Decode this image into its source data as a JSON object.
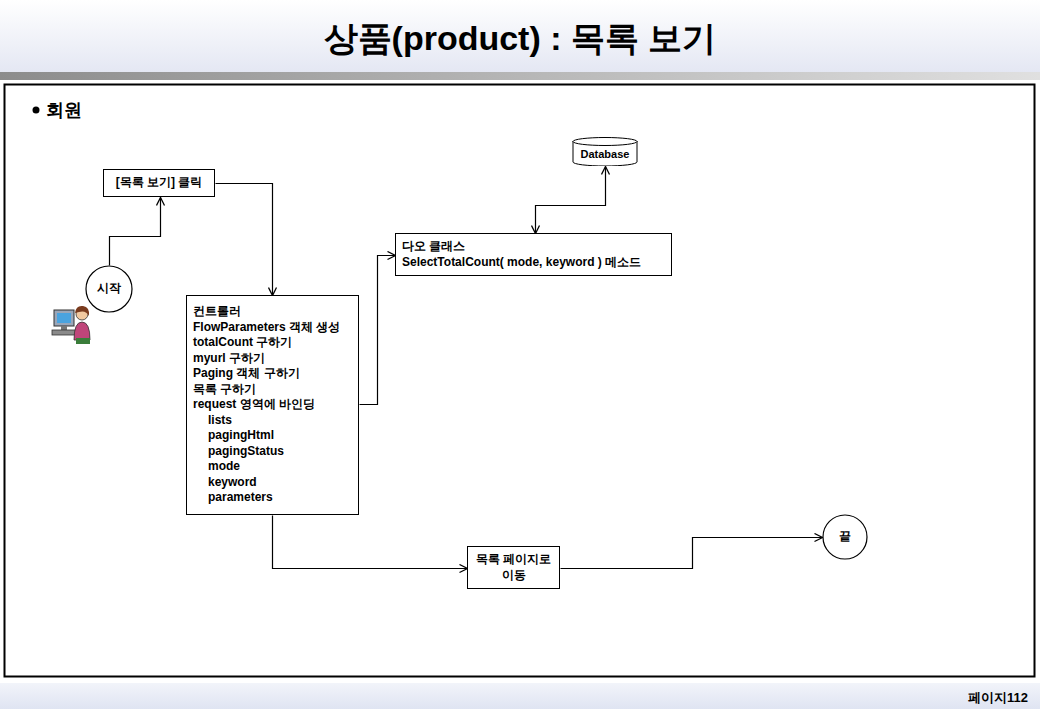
{
  "diagram": {
    "title": "상품(product) : 목록 보기",
    "nodes": [
      {
        "text": [
          "[목록 보기] 클릭"
        ]
      },
      {
        "text": [
          "시작"
        ]
      },
      {
        "text": [
          "컨트롤러",
          "FlowParameters 객체 생성",
          "totalCount 구하기",
          "myurl 구하기",
          "Paging 객체 구하기",
          "목록 구하기",
          "request 영역에 바인딩",
          "lists",
          "pagingHtml",
          "pagingStatus",
          "mode",
          "keyword",
          "parameters"
        ]
      },
      {
        "text": [
          "Database"
        ]
      },
      {
        "text": [
          "다오 클래스",
          "SelectTotalCount( mode, keyword ) 메소드"
        ]
      },
      {
        "text": [
          "목록 페이지로 이동"
        ]
      },
      {
        "text": [
          "끝"
        ]
      }
    ],
    "edges": [
      {
        "from": 1,
        "to": 0,
        "arrow": "to"
      },
      {
        "from": 0,
        "to": 2,
        "arrow": "to"
      },
      {
        "from": 2,
        "to": 4,
        "arrow": "to"
      },
      {
        "from": 4,
        "to": 3,
        "arrow": "both"
      },
      {
        "from": 2,
        "to": 5,
        "arrow": "to"
      },
      {
        "from": 5,
        "to": 6,
        "arrow": "to"
      }
    ],
    "labels": [
      "회원",
      "페이지112"
    ]
  }
}
